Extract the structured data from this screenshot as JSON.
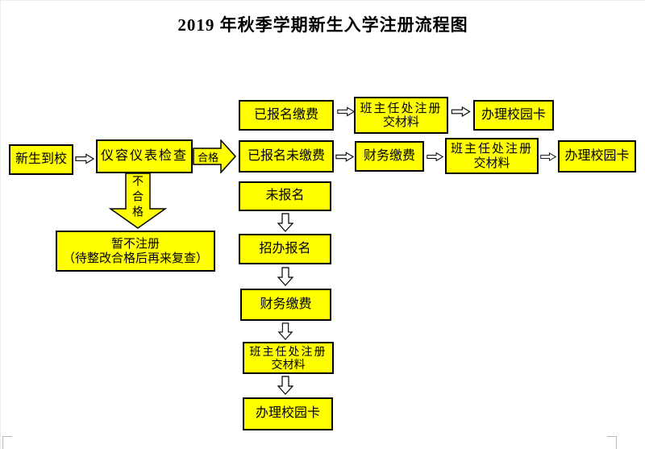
{
  "title": "2019 年秋季学期新生入学注册流程图",
  "nodes": {
    "arrive": "新生到校",
    "inspect": "仪容仪表检查",
    "hold_line1": "暂不注册",
    "hold_line2": "（待整改合格后再来复查）",
    "registered_paid": "已报名缴费",
    "registered_unpaid": "已报名未缴费",
    "not_registered": "未报名",
    "admission_register": "招办报名",
    "finance_pay": "财务缴费",
    "teacher_line1": "班主任处注册",
    "teacher_line2": "交材料",
    "campus_card": "办理校园卡"
  },
  "connectors": {
    "pass": "合格",
    "fail": "不合格"
  },
  "colors": {
    "node_fill": "#ffff00",
    "node_border": "#000000",
    "hollow_arrow_fill": "#ffffff",
    "arrow_outline": "#000000",
    "text": "#000000",
    "page_background": "#ffffff"
  }
}
